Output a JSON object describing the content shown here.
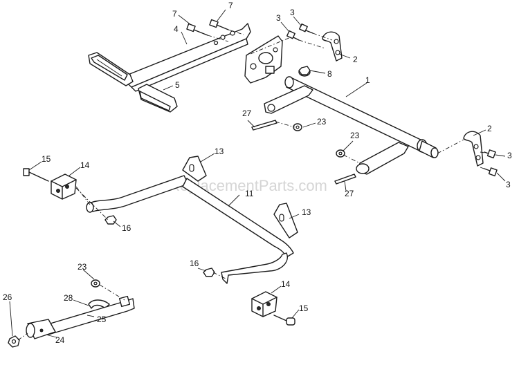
{
  "watermark": "eReplacementParts.com",
  "callouts": {
    "c1": "1",
    "c2a": "2",
    "c2b": "2",
    "c3a": "3",
    "c3b": "3",
    "c3c": "3",
    "c3d": "3",
    "c4": "4",
    "c5": "5",
    "c7a": "7",
    "c7b": "7",
    "c8": "8",
    "c11": "11",
    "c13a": "13",
    "c13b": "13",
    "c14a": "14",
    "c14b": "14",
    "c15a": "15",
    "c15b": "15",
    "c16a": "16",
    "c16b": "16",
    "c23a": "23",
    "c23b": "23",
    "c23c": "23",
    "c24": "24",
    "c25": "25",
    "c26": "26",
    "c27a": "27",
    "c27b": "27",
    "c28": "28"
  }
}
